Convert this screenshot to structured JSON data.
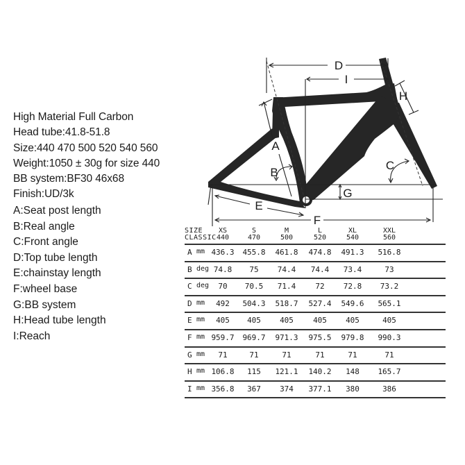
{
  "specs": [
    "High Material Full Carbon",
    "Head tube:41.8-51.8",
    "Size:440 470 500 520  540 560",
    "Weight:1050 ± 30g for size 440",
    "BB system:BF30  46x68",
    "Finish:UD/3k"
  ],
  "legend": [
    "A:Seat post length",
    "B:Real angle",
    "C:Front angle",
    "D:Top tube length",
    "E:chainstay length",
    "F:wheel base",
    "G:BB system",
    "H:Head tube length",
    "I:Reach"
  ],
  "diagram_labels": {
    "A": "A",
    "B": "B",
    "C": "C",
    "D": "D",
    "E": "E",
    "F": "F",
    "G": "G",
    "H": "H",
    "I": "I"
  },
  "table": {
    "header_left_1": "SIZE",
    "header_left_2": "CLASSIC",
    "sizes": [
      {
        "label": "XS",
        "value": "440"
      },
      {
        "label": "S",
        "value": "470"
      },
      {
        "label": "M",
        "value": "500"
      },
      {
        "label": "L",
        "value": "520"
      },
      {
        "label": "XL",
        "value": "540"
      },
      {
        "label": "XXL",
        "value": "560"
      }
    ],
    "rows": [
      {
        "key": "A",
        "unit": "mm",
        "values": [
          "436.3",
          "455.8",
          "461.8",
          "474.8",
          "491.3",
          "516.8"
        ]
      },
      {
        "key": "B",
        "unit": "deg",
        "values": [
          "74.8",
          "75",
          "74.4",
          "74.4",
          "73.4",
          "73"
        ]
      },
      {
        "key": "C",
        "unit": "deg",
        "values": [
          "70",
          "70.5",
          "71.4",
          "72",
          "72.8",
          "73.2"
        ]
      },
      {
        "key": "D",
        "unit": "mm",
        "values": [
          "492",
          "504.3",
          "518.7",
          "527.4",
          "549.6",
          "565.1"
        ]
      },
      {
        "key": "E",
        "unit": "mm",
        "values": [
          "405",
          "405",
          "405",
          "405",
          "405",
          "405"
        ]
      },
      {
        "key": "F",
        "unit": "mm",
        "values": [
          "959.7",
          "969.7",
          "971.3",
          "975.5",
          "979.8",
          "990.3"
        ]
      },
      {
        "key": "G",
        "unit": "mm",
        "values": [
          "71",
          "71",
          "71",
          "71",
          "71",
          "71"
        ]
      },
      {
        "key": "H",
        "unit": "mm",
        "values": [
          "106.8",
          "115",
          "121.1",
          "140.2",
          "148",
          "165.7"
        ]
      },
      {
        "key": "I",
        "unit": "mm",
        "values": [
          "356.8",
          "367",
          "374",
          "377.1",
          "380",
          "386"
        ]
      }
    ]
  }
}
